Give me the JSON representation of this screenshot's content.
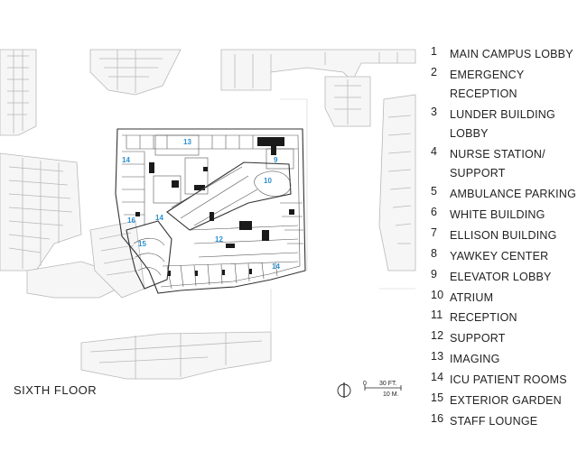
{
  "floor_title": "SIXTH FLOOR",
  "legend": [
    {
      "num": "1",
      "label": "MAIN CAMPUS LOBBY"
    },
    {
      "num": "2",
      "label": "EMERGENCY RECEPTION"
    },
    {
      "num": "3",
      "label": "LUNDER BUILDING LOBBY"
    },
    {
      "num": "4",
      "label": "NURSE STATION/ SUPPORT"
    },
    {
      "num": "5",
      "label": "AMBULANCE PARKING"
    },
    {
      "num": "6",
      "label": "WHITE BUILDING"
    },
    {
      "num": "7",
      "label": "ELLISON BUILDING"
    },
    {
      "num": "8",
      "label": "YAWKEY CENTER"
    },
    {
      "num": "9",
      "label": "ELEVATOR LOBBY"
    },
    {
      "num": "10",
      "label": "ATRIUM"
    },
    {
      "num": "11",
      "label": "RECEPTION"
    },
    {
      "num": "12",
      "label": "SUPPORT"
    },
    {
      "num": "13",
      "label": "IMAGING"
    },
    {
      "num": "14",
      "label": "ICU PATIENT ROOMS"
    },
    {
      "num": "15",
      "label": "EXTERIOR GARDEN"
    },
    {
      "num": "16",
      "label": "STAFF LOUNGE"
    }
  ],
  "plan_labels": [
    {
      "id": "imaging",
      "text": "13"
    },
    {
      "id": "icu-west",
      "text": "14"
    },
    {
      "id": "elevator-lobby",
      "text": "9"
    },
    {
      "id": "atrium",
      "text": "10"
    },
    {
      "id": "staff-lounge",
      "text": "16"
    },
    {
      "id": "icu-center",
      "text": "14"
    },
    {
      "id": "support",
      "text": "12"
    },
    {
      "id": "garden",
      "text": "15"
    },
    {
      "id": "icu-southeast",
      "text": "14"
    }
  ],
  "scale": {
    "zero": "0",
    "ft": "30 FT.",
    "m": "10 M."
  },
  "colors": {
    "room_number": "#2a8fcf",
    "linework": "#333333",
    "context": "#b8b8b8"
  }
}
